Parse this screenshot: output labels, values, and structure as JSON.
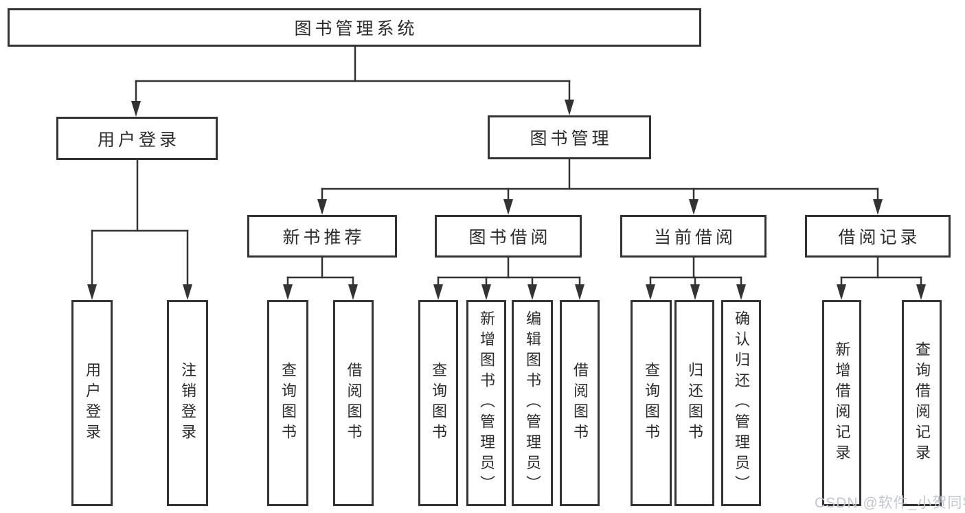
{
  "colors": {
    "line": "#333333",
    "box_border": "#333333",
    "text": "#2b2b2b",
    "background": "#ffffff",
    "watermark": "#c3c7cd"
  },
  "watermark": {
    "text": "CSDN @软件_小贺同学"
  },
  "tree": {
    "root": {
      "label": "图书管理系统",
      "children": [
        {
          "label": "用户登录",
          "children": [
            {
              "label": "用户登录"
            },
            {
              "label": "注销登录"
            }
          ]
        },
        {
          "label": "图书管理",
          "children": [
            {
              "label": "新书推荐",
              "children": [
                {
                  "label": "查询图书"
                },
                {
                  "label": "借阅图书"
                }
              ]
            },
            {
              "label": "图书借阅",
              "children": [
                {
                  "label": "查询图书"
                },
                {
                  "label": "新增图书（管理员）"
                },
                {
                  "label": "编辑图书（管理员）"
                },
                {
                  "label": "借阅图书"
                }
              ]
            },
            {
              "label": "当前借阅",
              "children": [
                {
                  "label": "查询图书"
                },
                {
                  "label": "归还图书"
                },
                {
                  "label": "确认归还（管理员）"
                }
              ]
            },
            {
              "label": "借阅记录",
              "children": [
                {
                  "label": "新增借阅记录"
                },
                {
                  "label": "查询借阅记录"
                }
              ]
            }
          ]
        }
      ]
    }
  }
}
